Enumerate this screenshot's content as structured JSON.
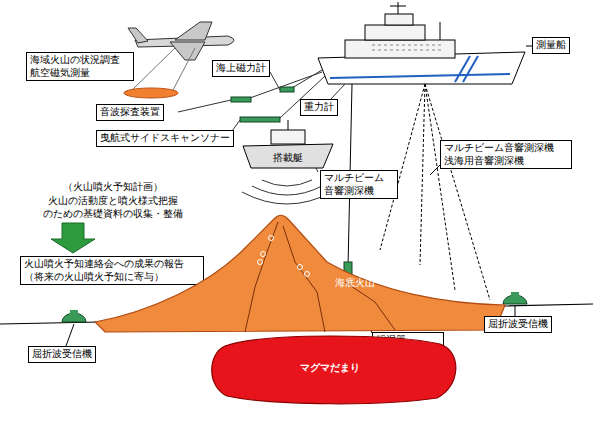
{
  "diagram": {
    "nodes": [
      {
        "text": [
          "海域火山の状況調査 航空磁気測量"
        ]
      },
      {
        "text": [
          "海上磁力計"
        ]
      },
      {
        "text": [
          "測量船"
        ]
      },
      {
        "text": [
          "音波探査装置"
        ]
      },
      {
        "text": [
          "重力計"
        ]
      },
      {
        "text": [
          "曳航式サイドスキャンソナー"
        ]
      },
      {
        "text": [
          "搭載艇"
        ]
      },
      {
        "text": [
          "マルチビーム 音響測深機"
        ]
      },
      {
        "text": [
          "マルチビーム音響測深機 浅海用音響測深機"
        ]
      },
      {
        "text": [
          "（火山噴火予知計画）",
          "火山の活動度と噴火様式把握 のための基礎資料の収集・整備"
        ]
      },
      {
        "text": [
          "火山噴火予知連絡会への成果の報告 （将来の火山噴火予知に寄与）"
        ]
      },
      {
        "text": [
          "海底火山"
        ]
      },
      {
        "text": [
          "屈折波受信機"
        ]
      },
      {
        "text": [
          "屈折波受信機"
        ]
      },
      {
        "text": [
          "採泥器 地殻熱流量計"
        ]
      },
      {
        "text": [
          "マグマだまり"
        ]
      }
    ],
    "edges": [
      {
        "from": 9,
        "to": 10,
        "arrow": "to"
      }
    ]
  }
}
